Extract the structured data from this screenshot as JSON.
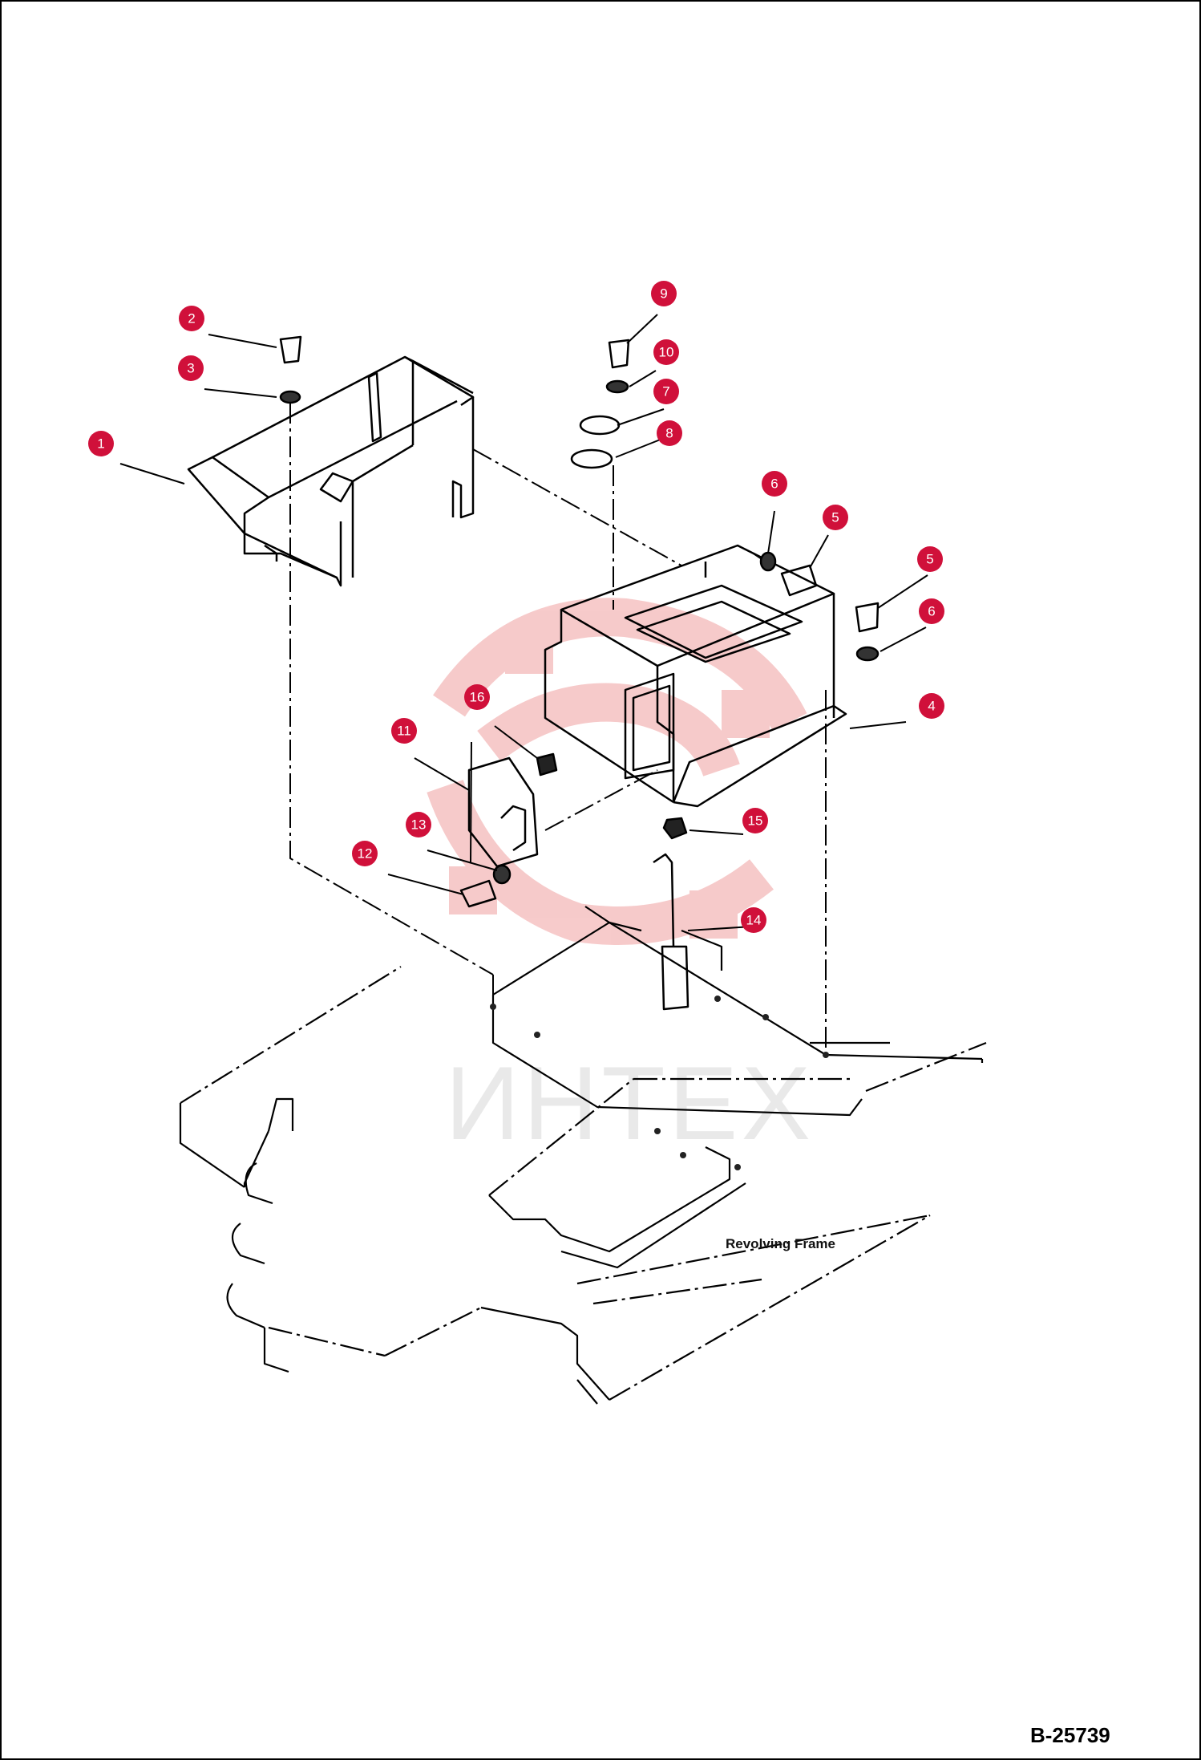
{
  "drawing": {
    "reference_number": "B-25739",
    "frame_label": "Revolving Frame",
    "watermark_text": "ИНТЕХ",
    "accent_color": "#d0103a",
    "line_color": "#000000",
    "watermark_color": "#f3b3b3"
  },
  "callouts": [
    {
      "number": "1"
    },
    {
      "number": "2"
    },
    {
      "number": "3"
    },
    {
      "number": "4"
    },
    {
      "number": "5"
    },
    {
      "number": "5"
    },
    {
      "number": "6"
    },
    {
      "number": "6"
    },
    {
      "number": "7"
    },
    {
      "number": "8"
    },
    {
      "number": "9"
    },
    {
      "number": "10"
    },
    {
      "number": "11"
    },
    {
      "number": "12"
    },
    {
      "number": "13"
    },
    {
      "number": "14"
    },
    {
      "number": "15"
    },
    {
      "number": "16"
    }
  ]
}
